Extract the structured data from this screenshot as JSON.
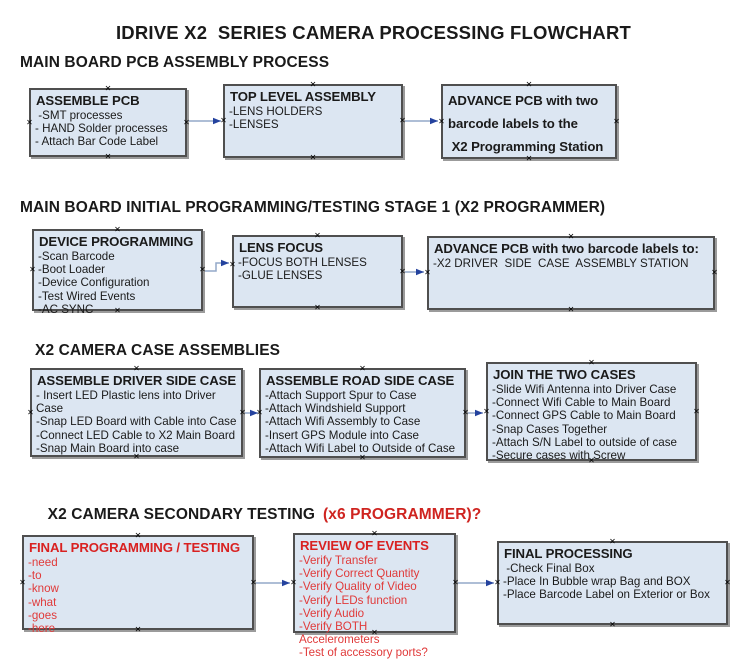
{
  "title": "IDRIVE X2  SERIES CAMERA PROCESSING FLOWCHART",
  "icons": {
    "connector_handle": "✕"
  },
  "colors": {
    "box_fill": "#dce6f2",
    "box_border": "#4f4f4f",
    "box_shadow": "#9b9b9b",
    "arrow_line": "#94a9c9",
    "arrow_head": "#24429e",
    "accent_red_heading": "#cf2420",
    "accent_red_title": "#d92121",
    "accent_red_item": "#e03a3a",
    "text": "#1a1a1a"
  },
  "sections": [
    {
      "heading": "MAIN BOARD PCB ASSEMBLY PROCESS",
      "boxes": [
        {
          "title": "ASSEMBLE PCB",
          "items": [
            " -SMT processes",
            "- HAND Solder processes",
            "- Attach Bar Code Label"
          ]
        },
        {
          "title": "TOP LEVEL ASSEMBLY",
          "items": [
            "-LENS HOLDERS",
            "-LENSES"
          ]
        },
        {
          "title": "ADVANCE PCB with two\nbarcode labels to the\n X2 Programming Station",
          "items": []
        }
      ]
    },
    {
      "heading": "MAIN BOARD INITIAL PROGRAMMING/TESTING STAGE 1 (X2 PROGRAMMER)",
      "boxes": [
        {
          "title": "DEVICE PROGRAMMING",
          "items": [
            "-Scan Barcode",
            "-Boot Loader",
            "-Device Configuration",
            "-Test Wired Events",
            "-AC SYNC"
          ]
        },
        {
          "title": "LENS FOCUS",
          "items": [
            "-FOCUS BOTH LENSES",
            "-GLUE LENSES"
          ]
        },
        {
          "title": "ADVANCE PCB with two barcode labels to:",
          "items": [
            "-X2 DRIVER  SIDE  CASE  ASSEMBLY STATION"
          ]
        }
      ]
    },
    {
      "heading": "X2 CAMERA CASE ASSEMBLIES",
      "boxes": [
        {
          "title": "ASSEMBLE DRIVER SIDE CASE",
          "items": [
            "- Insert LED Plastic lens into Driver Case",
            "-Snap LED Board with Cable into Case",
            "-Connect LED Cable to X2 Main Board",
            "-Snap Main Board into case"
          ]
        },
        {
          "title": "ASSEMBLE ROAD SIDE CASE",
          "items": [
            "-Attach Support Spur to Case",
            "-Attach Windshield Support",
            "-Attach Wifi Assembly to Case",
            "-Insert GPS Module into Case",
            "-Attach Wifi Label to Outside of Case"
          ]
        },
        {
          "title": "JOIN THE TWO CASES",
          "items": [
            "-Slide Wifi Antenna into Driver Case",
            "-Connect Wifi Cable to Main Board",
            "-Connect GPS Cable to Main Board",
            "-Snap Cases Together",
            "-Attach S/N Label to outside of case",
            "-Secure cases with Screw"
          ]
        }
      ]
    },
    {
      "heading": "X2 CAMERA SECONDARY TESTING",
      "heading_suffix": "(x6 PROGRAMMER)?",
      "boxes": [
        {
          "title": "FINAL PROGRAMMING / TESTING",
          "items": [
            "-need",
            "-to",
            "-know",
            "-what",
            "-goes",
            "-here"
          ]
        },
        {
          "title": "REVIEW OF EVENTS",
          "items": [
            "-Verify Transfer",
            "-Verify Correct Quantity",
            "-Verify Quality of Video",
            "-Verify LEDs function",
            "-Verify Audio",
            "-Verify BOTH Accelerometers",
            "-Test of accessory ports?"
          ]
        },
        {
          "title": "FINAL PROCESSING",
          "items": [
            " -Check Final Box",
            "-Place In Bubble wrap Bag and BOX",
            "-Place Barcode Label on Exterior or Box"
          ]
        }
      ]
    }
  ]
}
